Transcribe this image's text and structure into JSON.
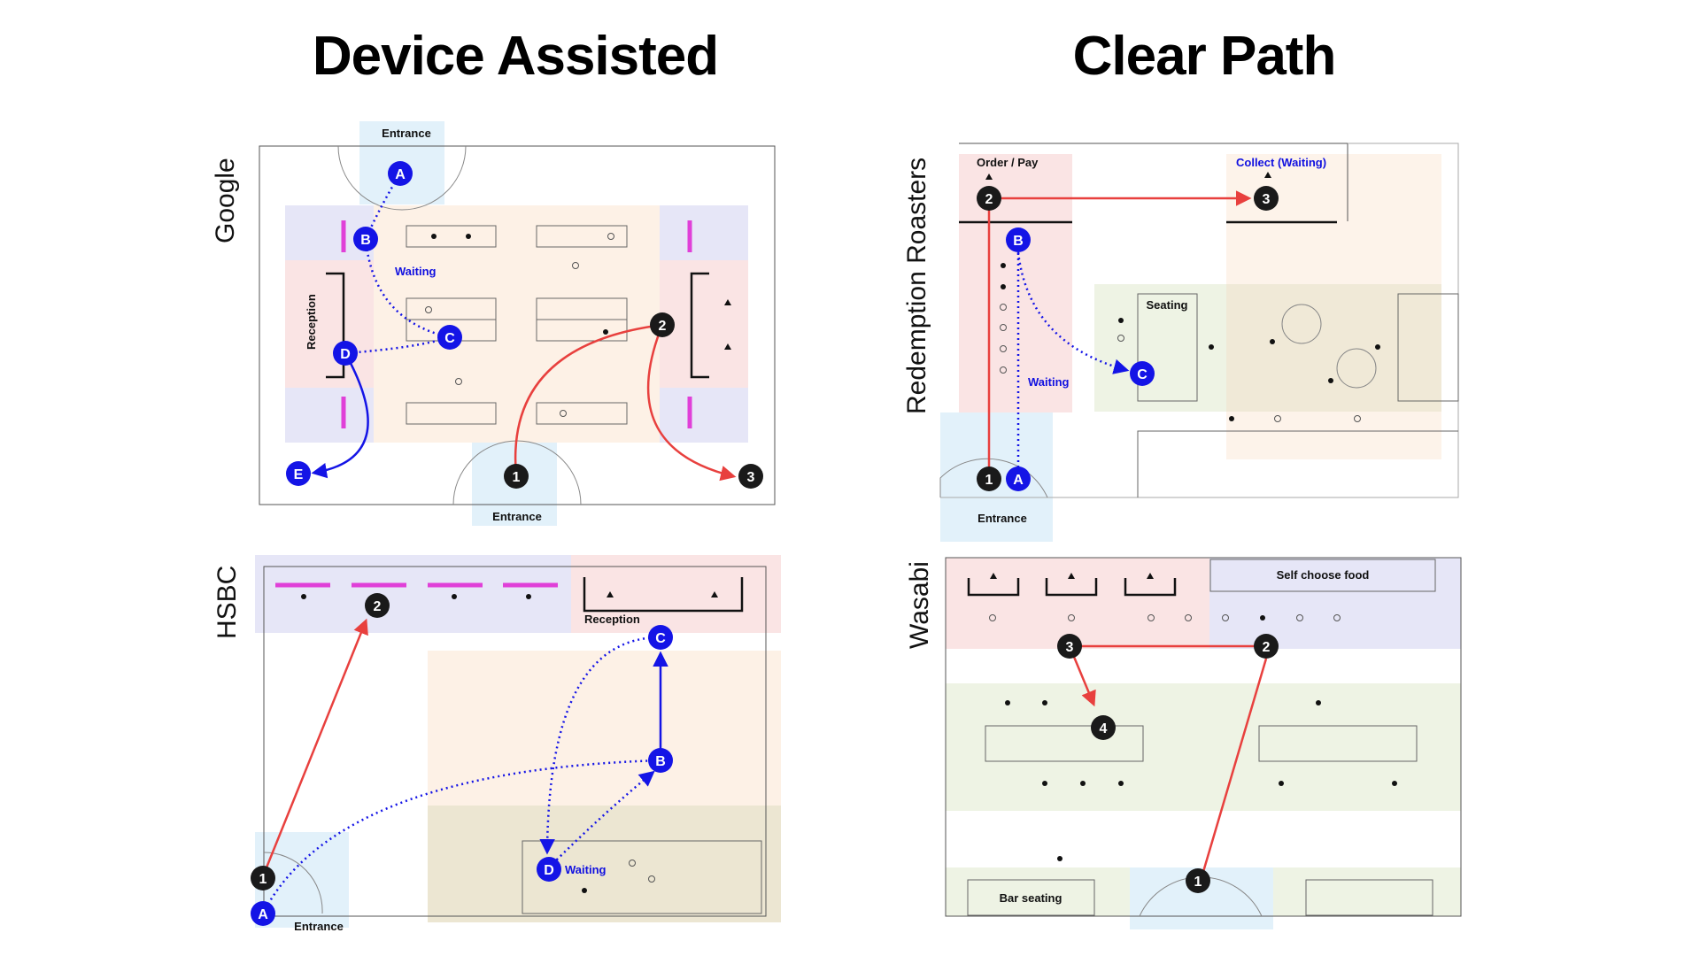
{
  "headings": {
    "left": "Device Assisted",
    "right": "Clear Path"
  },
  "colors": {
    "blue_path": "#1414e6",
    "red_path": "#e8403e",
    "dark_node": "#1a1a1a",
    "zone_blue": "#e2f1fa",
    "zone_purple": "#e6e6f7",
    "zone_pink": "#fae4e4",
    "zone_orange": "#fdf1e6",
    "zone_green": "#eef3e4",
    "zone_olive": "#ece6d2",
    "magenta_bar": "#e040d8"
  },
  "panels": {
    "google": {
      "side_label": "Google",
      "entrance_top": "Entrance",
      "entrance_bottom": "Entrance",
      "reception": "Reception",
      "waiting": "Waiting",
      "nodes_blue": [
        "A",
        "B",
        "C",
        "D",
        "E"
      ],
      "nodes_dark": [
        "1",
        "2",
        "3"
      ]
    },
    "hsbc": {
      "side_label": "HSBC",
      "reception": "Reception",
      "entrance": "Entrance",
      "waiting": "Waiting",
      "nodes_blue": [
        "A",
        "B",
        "C",
        "D"
      ],
      "nodes_dark": [
        "1",
        "2"
      ]
    },
    "redemption": {
      "side_label": "Redemption Roasters",
      "order_pay": "Order / Pay",
      "collect": "Collect (Waiting)",
      "seating": "Seating",
      "waiting": "Waiting",
      "entrance": "Entrance",
      "nodes_blue": [
        "A",
        "B",
        "C"
      ],
      "nodes_dark": [
        "1",
        "2",
        "3"
      ]
    },
    "wasabi": {
      "side_label": "Wasabi",
      "self_choose": "Self choose food",
      "bar_seating": "Bar seating",
      "nodes_dark": [
        "1",
        "2",
        "3",
        "4"
      ]
    }
  }
}
